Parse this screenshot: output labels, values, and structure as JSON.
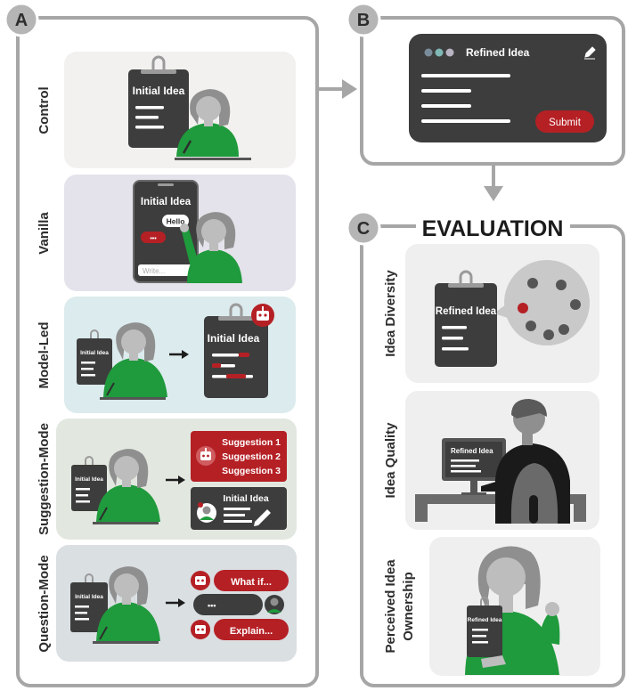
{
  "panel_a": {
    "letter": "A",
    "conditions": [
      {
        "label": "Control",
        "card_title": "Initial Idea"
      },
      {
        "label": "Vanilla",
        "card_title": "Initial Idea",
        "chat_hello": "Hello",
        "chat_dots": "•••",
        "input_placeholder": "Write..."
      },
      {
        "label": "Model-Led",
        "left_card_title": "Initial Idea",
        "right_card_title": "Initial Idea"
      },
      {
        "label": "Suggestion-Mode",
        "left_card_title": "Initial Idea",
        "suggestions": [
          "Suggestion 1",
          "Suggestion 2",
          "Suggestion 3"
        ],
        "idea_card_title": "Initial Idea"
      },
      {
        "label": "Question-Mode",
        "card_title": "Initial Idea",
        "question_1": "What if...",
        "user_dots": "•••",
        "question_2": "Explain..."
      }
    ]
  },
  "panel_b": {
    "letter": "B",
    "window_title": "Refined Idea",
    "submit_label": "Submit"
  },
  "panel_c": {
    "letter": "C",
    "title": "EVALUATION",
    "items": [
      {
        "label": "Idea Diversity",
        "card_title": "Refined Idea"
      },
      {
        "label": "Idea Quality",
        "card_title": "Refined Idea"
      },
      {
        "label_line1": "Perceived Idea",
        "label_line2": "Ownership",
        "card_title": "Refined Idea"
      }
    ]
  },
  "colors": {
    "red": "#b52025",
    "green": "#1f9a3c",
    "dark": "#3d3d3d",
    "frame": "#a6a6a6"
  }
}
